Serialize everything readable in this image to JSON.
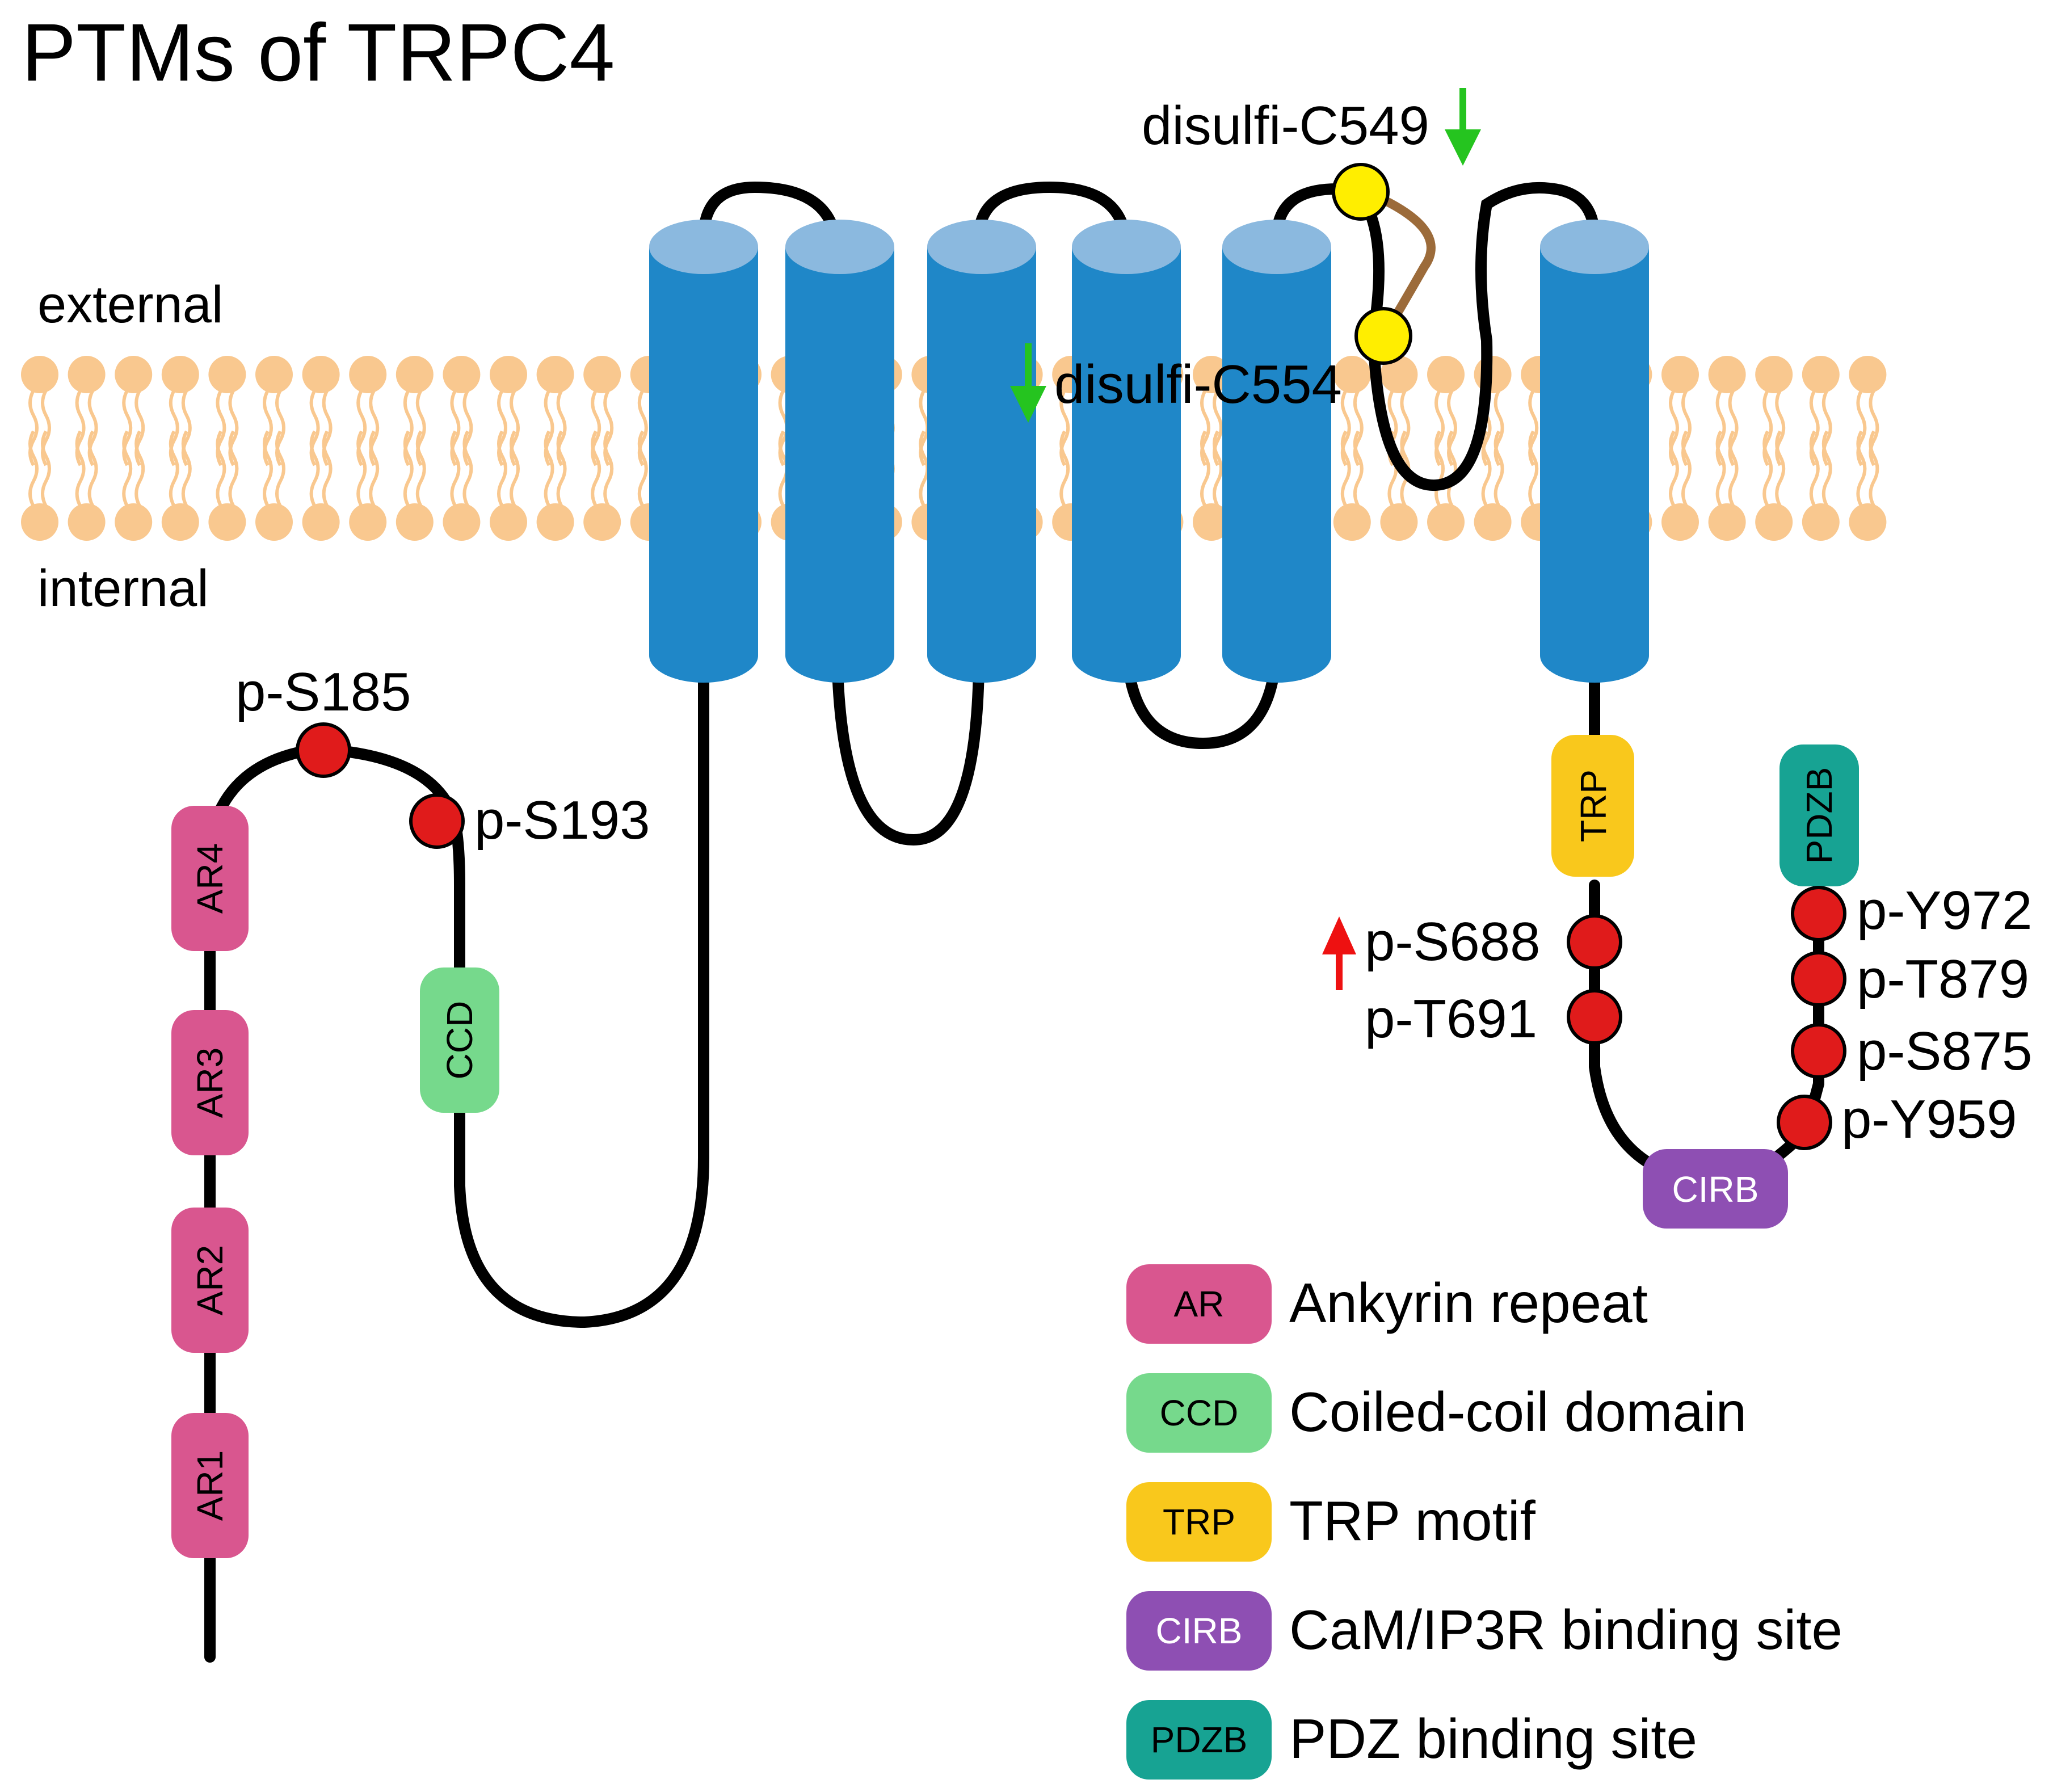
{
  "title": "PTMs of TRPC4",
  "regions": {
    "external": "external",
    "internal": "internal"
  },
  "colors": {
    "membrane": "#f9c88f",
    "helix": "#1f87c8",
    "helix_top": "#8bb9df",
    "chain": "#000000",
    "phospho_site": "#e01b1b",
    "disulfide_site": "#ffee00",
    "disulfide_bond": "#9c6b3a",
    "arrow_down": "#25c41f",
    "arrow_up": "#ee1111",
    "AR": "#d9568f",
    "CCD": "#76d98c",
    "TRP": "#f9c81c",
    "CIRB": "#8e4fb3",
    "PDZB": "#17a393"
  },
  "domains": {
    "ar4": "AR4",
    "ar3": "AR3",
    "ar2": "AR2",
    "ar1": "AR1",
    "ccd": "CCD",
    "trp": "TRP",
    "cirb": "CIRB",
    "pdzb": "PDZB"
  },
  "ptms": {
    "s185": "p-S185",
    "s193": "p-S193",
    "c549": "disulfi-C549",
    "c554": "disulfi-C554",
    "s688": "p-S688",
    "t691": "p-T691",
    "y972": "p-Y972",
    "t879": "p-T879",
    "s875": "p-S875",
    "y959": "p-Y959"
  },
  "ptm_regulation": {
    "c549": "down",
    "c554": "down",
    "s688": "up"
  },
  "legend": [
    {
      "abbr": "AR",
      "label": "Ankyrin repeat",
      "color": "#d9568f"
    },
    {
      "abbr": "CCD",
      "label": "Coiled-coil domain",
      "color": "#76d98c"
    },
    {
      "abbr": "TRP",
      "label": "TRP motif",
      "color": "#f9c81c"
    },
    {
      "abbr": "CIRB",
      "label": "CaM/IP3R binding site",
      "color": "#8e4fb3"
    },
    {
      "abbr": "PDZB",
      "label": "PDZ binding site",
      "color": "#17a393"
    }
  ]
}
